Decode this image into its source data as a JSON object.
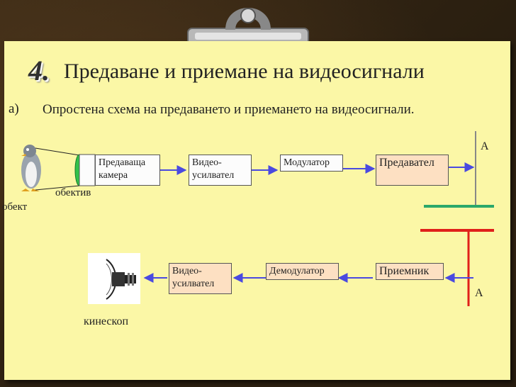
{
  "slide": {
    "number": "4.",
    "title": "Предаване и приемане на видеосигнали",
    "bullet_marker": "а)",
    "bullet_text": "Опростена схема на предаването и приемането на видеосигнали."
  },
  "transmit_chain": {
    "object_label": "обект",
    "lens_label": "обектив",
    "camera": "Предаваща камера",
    "video_amp": "Видео-усилвател",
    "modulator": "Модулатор",
    "transmitter": "Предавател",
    "antenna_label": "А"
  },
  "receive_chain": {
    "receiver": "Приемник",
    "demodulator": "Демодулатор",
    "video_amp": "Видео-усилвател",
    "kinescope_label": "кинескоп",
    "antenna_label": "А"
  },
  "colors": {
    "paper": "#fbf7a6",
    "box_white": "#fcfcfc",
    "box_orange": "#fde0c2",
    "antenna_tx": "#2ba86a",
    "antenna_rx": "#e0201a",
    "lens_green": "#33c24a",
    "arrow": "#4a4ae0"
  }
}
